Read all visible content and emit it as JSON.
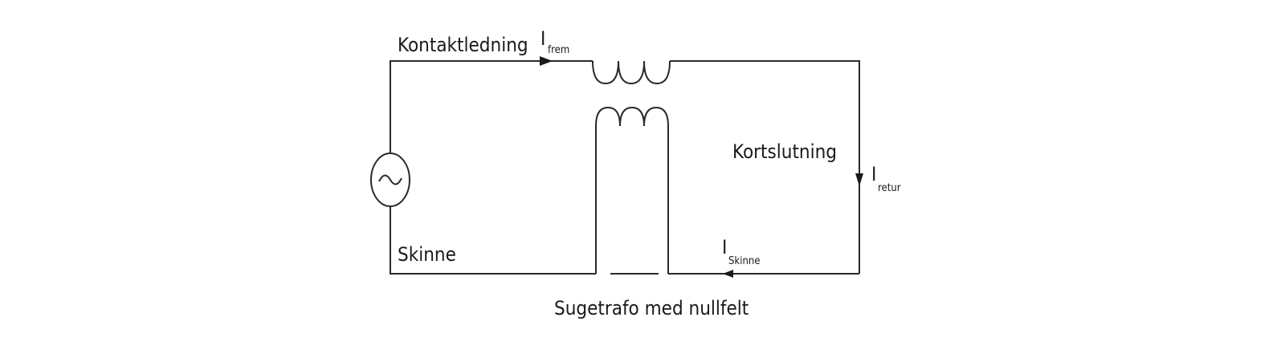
{
  "labels": {
    "contact_line": "Kontaktledning",
    "rail": "Skinne",
    "short_circuit": "Kortslutning",
    "transformer": "Sugetrafo med nullfelt"
  },
  "currents": {
    "forward": {
      "symbol": "I",
      "subscript": "frem"
    },
    "return": {
      "symbol": "I",
      "subscript": "retur"
    },
    "rail": {
      "symbol": "I",
      "subscript": "Skinne"
    }
  },
  "colors": {
    "line": "#2a2a2a",
    "text": "#1a1a1a",
    "background": "#ffffff"
  }
}
